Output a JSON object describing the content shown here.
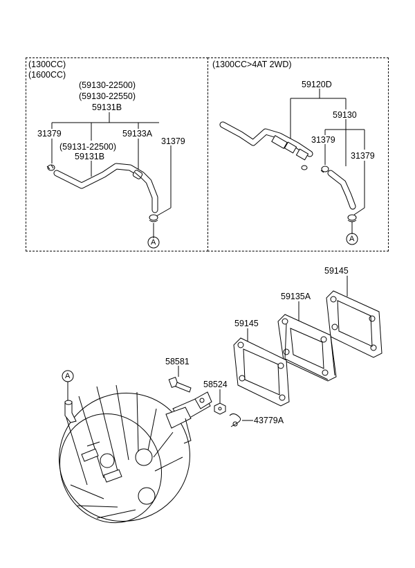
{
  "panel_left": {
    "engines": [
      "(1300CC)",
      "(1600CC)"
    ],
    "part_group": [
      "(59130-22500)",
      "(59130-22550)",
      "59131B"
    ],
    "clip_left": "31379",
    "hose_sub": [
      "(59131-22500)",
      "59131B"
    ],
    "clip_mid": "59133A",
    "clip_right": "31379",
    "ref_marker": "A"
  },
  "panel_right": {
    "engine": "(1300CC>4AT 2WD)",
    "assembly": "59120D",
    "hose": "59130",
    "clip_left": "31379",
    "clip_right": "31379",
    "ref_marker": "A"
  },
  "main": {
    "gasket_top": "59145",
    "spacer": "59135A",
    "gasket_front": "59145",
    "bolt": "58581",
    "nut": "58524",
    "clip": "43779A",
    "ref_marker": "A"
  }
}
